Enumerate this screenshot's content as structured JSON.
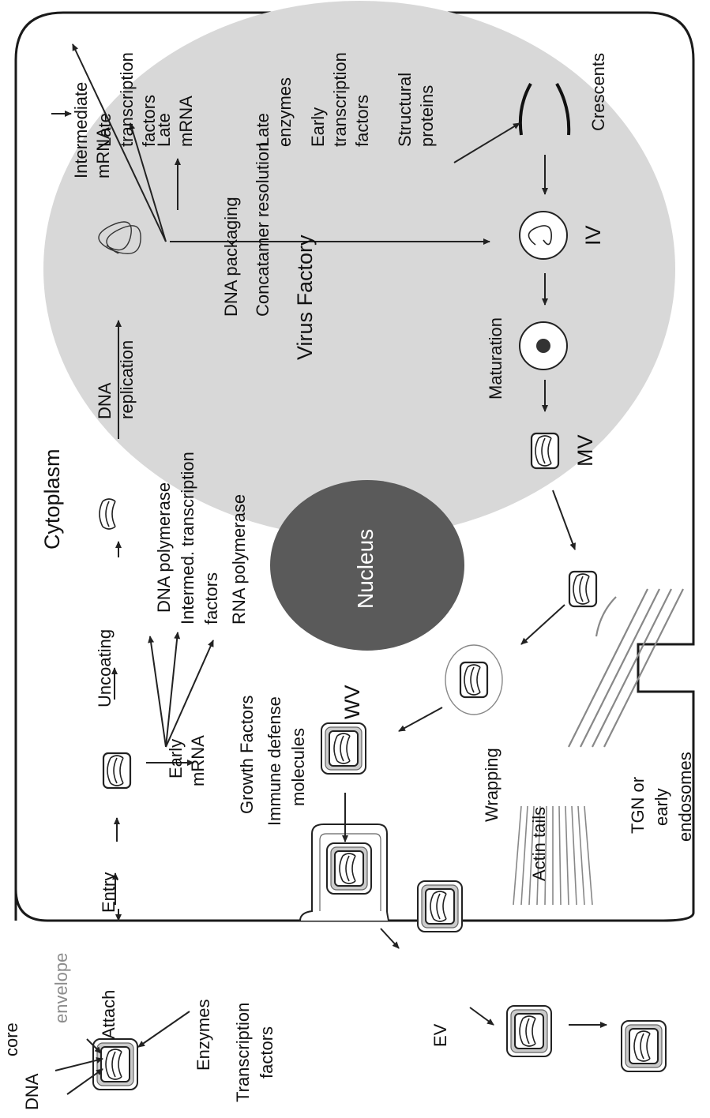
{
  "labels": {
    "core": "core",
    "envelope": "envelope",
    "dna": "DNA",
    "attach": "Attach",
    "enzymes": "Enzymes",
    "transcription_factors": [
      "Transcription",
      "factors"
    ],
    "entry": "Entry",
    "early_mrna": [
      "Early",
      "mRNA"
    ],
    "growth_factors": "Growth Factors",
    "immune_defense": [
      "Immune defense",
      "molecules"
    ],
    "uncoating": "Uncoating",
    "dna_polymerase": "DNA polymerase",
    "intermed_tf": [
      "Intermed. transcription",
      "factors"
    ],
    "rna_polymerase": "RNA polymerase",
    "cytoplasm": "Cytoplasm",
    "dna_replication": [
      "DNA",
      "replication"
    ],
    "intermediate_mrna": [
      "Intermediate",
      "mRNA"
    ],
    "late_tf": [
      "Late",
      "transcription",
      "factors"
    ],
    "late_mrna": [
      "Late",
      "mRNA"
    ],
    "late_enzymes": [
      "Late",
      "enzymes"
    ],
    "early_tf": [
      "Early",
      "transcription",
      "factors"
    ],
    "structural_proteins": [
      "Structural",
      "proteins"
    ],
    "crescents": "Crescents",
    "dna_packaging": "DNA packaging",
    "concatamer_resolution": "Concatamer resolution",
    "iv": "IV",
    "virus_factory": "Virus Factory",
    "maturation": "Maturation",
    "mv": "MV",
    "nucleus": "Nucleus",
    "wv": "WV",
    "wrapping": "Wrapping",
    "tgn": [
      "TGN or",
      "early",
      "endosomes"
    ],
    "actin_tails": "Actin tails",
    "ev": "EV"
  },
  "colors": {
    "cell_outline": "#1a1a1a",
    "virus_factory_fill": "#d8d8d8",
    "nucleus_fill": "#5a5a5a",
    "envelope_text": "#8c8c8c",
    "ink": "#111111"
  }
}
